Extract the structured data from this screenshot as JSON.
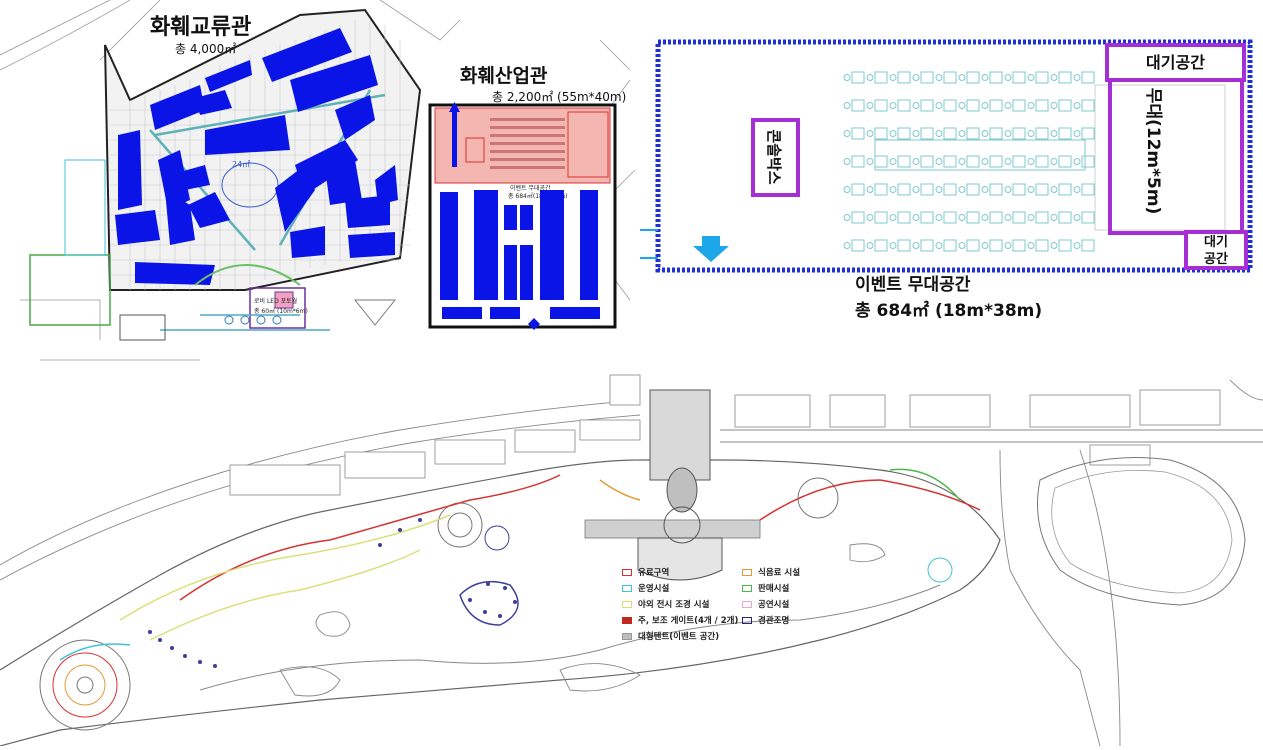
{
  "halls": {
    "exchange_hall": {
      "title": "화훼교류관",
      "area": "총 4,000㎡"
    },
    "industry_hall": {
      "title": "화훼산업관",
      "area": "총 2,200㎡ (55m*40m)",
      "inner_label_1": "이벤트 무대공간",
      "inner_label_2": "총 684㎡(18m*38m)"
    },
    "lobby": {
      "label_1": "로비 LED 포토월",
      "label_2": "총 60㎡ (10m*6m)"
    },
    "room_size": "24㎡"
  },
  "stage": {
    "waiting_top": "대기공간",
    "waiting_bottom_1": "대기",
    "waiting_bottom_2": "공간",
    "console_box": "콘솔박스",
    "stage_label": "무대(12m*5m)",
    "title": "이벤트 무대공간",
    "area": "총 684㎡ (18m*38m)"
  },
  "legend": {
    "items": [
      {
        "label": "유료구역",
        "color": "#d6322f"
      },
      {
        "label": "식음료 시설",
        "color": "#e39a3b"
      },
      {
        "label": "운영시설",
        "color": "#3fc3d6"
      },
      {
        "label": "판매시설",
        "color": "#4cb84a"
      },
      {
        "label": "야외 전시 조경 시설",
        "color": "#d9e07a"
      },
      {
        "label": "공연시설",
        "color": "#f0a3c8"
      },
      {
        "label": "주, 보조 게이트(4개 / 2개)",
        "color": "#c0271e"
      },
      {
        "label": "경관조명",
        "color": "#23247a"
      },
      {
        "label": "대형텐트(이벤트 공간)",
        "color": "#bdbdbd"
      }
    ]
  },
  "colors": {
    "blue_booth": "#0a14e6",
    "stage_border": "#1f2fd6",
    "purple_box": "#a52ed4",
    "pink_area": "#f4b6b1",
    "arrow": "#1ea7e8"
  }
}
